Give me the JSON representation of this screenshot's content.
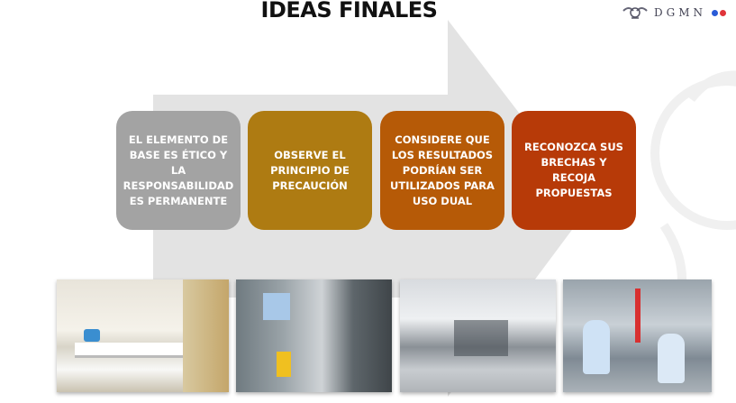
{
  "title": "IDEAS FINALES",
  "logo": {
    "text": "DGMN",
    "dot_colors": [
      "#2a5bd7",
      "#e0343a"
    ]
  },
  "colors": {
    "arrow": "#e3e3e3",
    "box1": "#a3a3a3",
    "box2": "#ae7b12",
    "box3": "#b65a07",
    "box4": "#b73a08"
  },
  "boxes": [
    {
      "text": "EL ELEMENTO DE BASE ES ÉTICO Y LA RESPONSABILIDAD ES PERMANENTE"
    },
    {
      "text": "OBSERVE EL PRINCIPIO DE PRECAUCIÓN"
    },
    {
      "text": "CONSIDERE QUE LOS RESULTADOS PODRÍAN SER UTILIZADOS PARA USO DUAL"
    },
    {
      "text": "RECONOZCA SUS BRECHAS Y RECOJA PROPUESTAS"
    }
  ],
  "photos": [
    {
      "icon": "laboratory-photo"
    },
    {
      "icon": "biosafety-cabinet-photo"
    },
    {
      "icon": "laboratory-benches-photo"
    },
    {
      "icon": "protective-suit-lab-photo"
    }
  ]
}
